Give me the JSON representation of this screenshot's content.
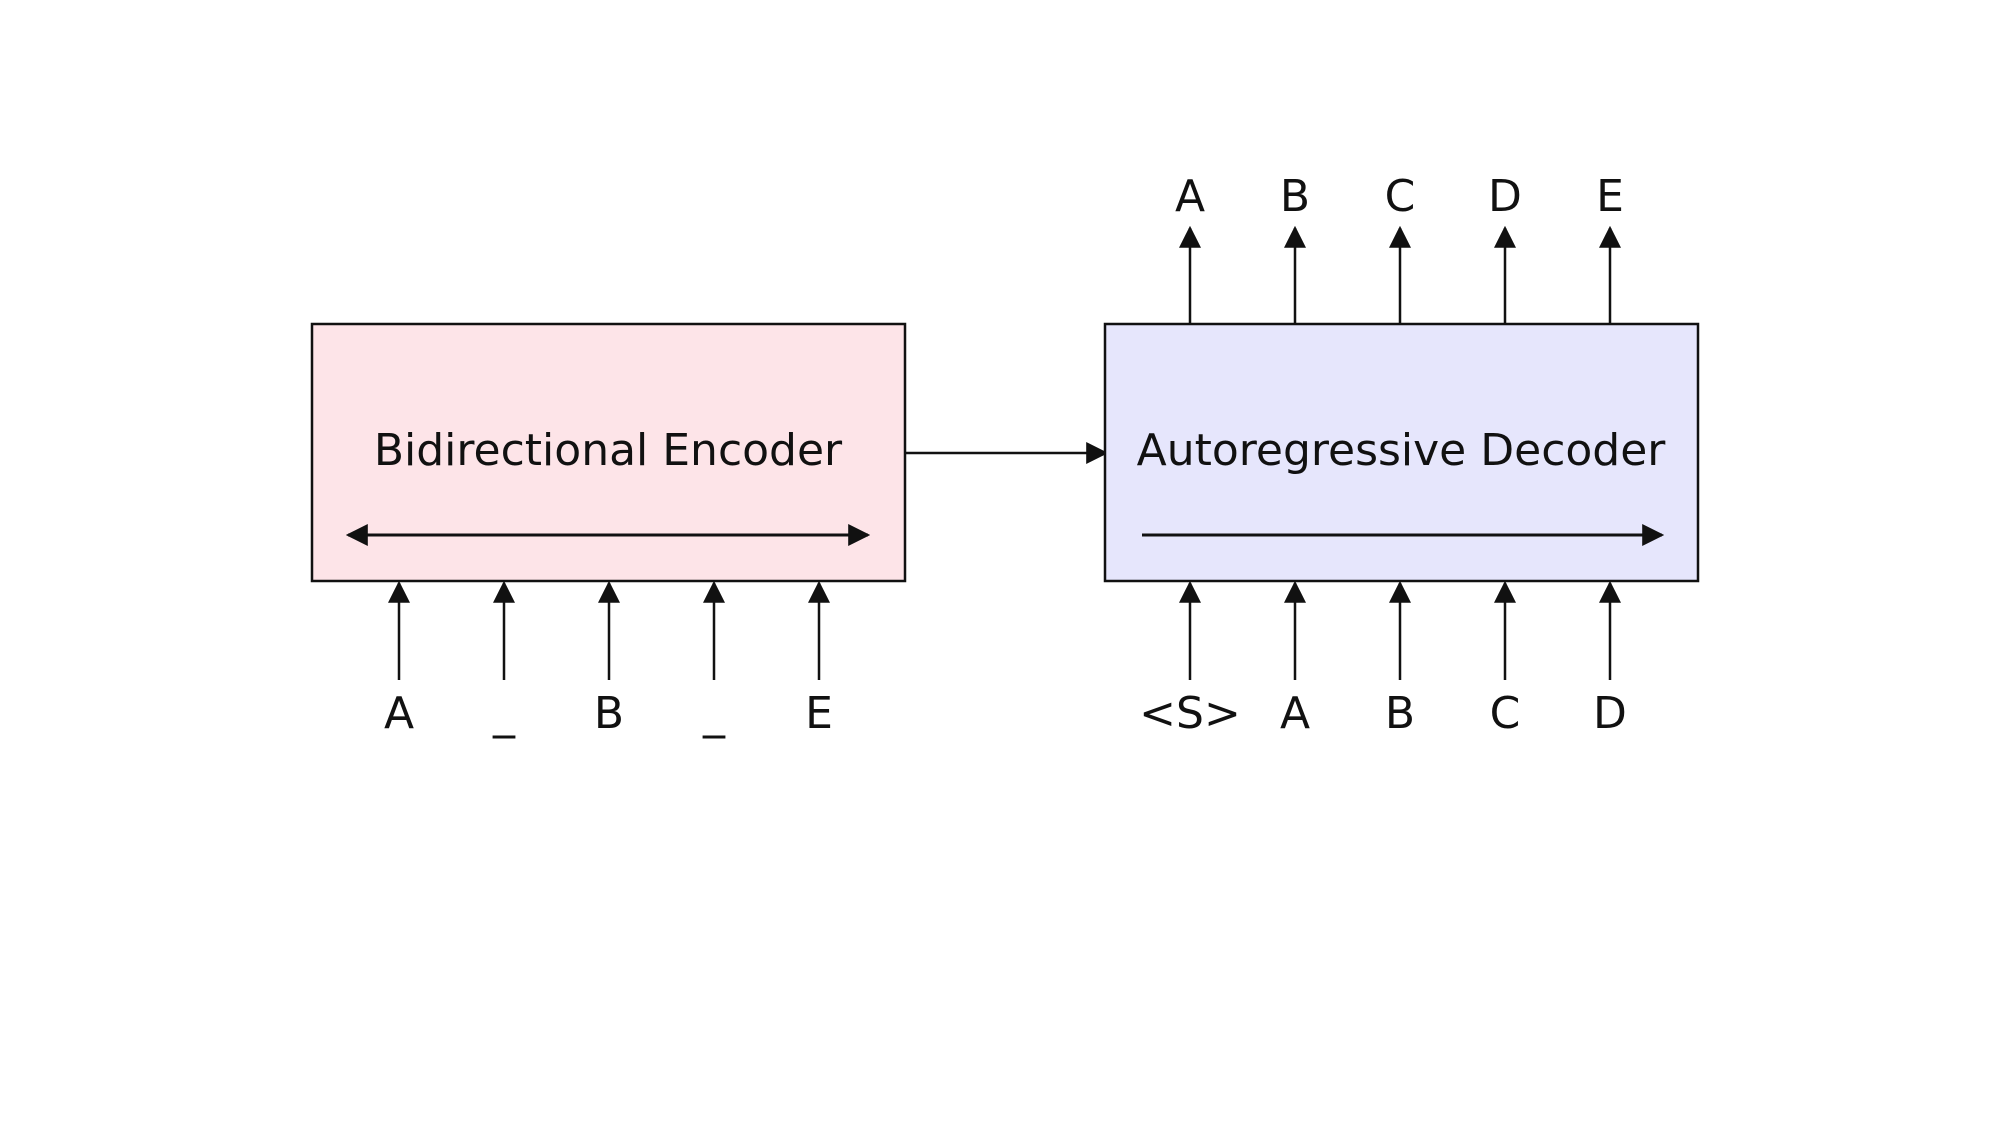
{
  "encoder": {
    "label": "Bidirectional Encoder",
    "fill": "#fde4e8",
    "inputs": [
      "A",
      "_",
      "B",
      "_",
      "E"
    ]
  },
  "decoder": {
    "label": "Autoregressive Decoder",
    "fill": "#e6e6fc",
    "inputs": [
      "<S>",
      "A",
      "B",
      "C",
      "D"
    ],
    "outputs": [
      "A",
      "B",
      "C",
      "D",
      "E"
    ]
  },
  "stroke_color": "#111111"
}
